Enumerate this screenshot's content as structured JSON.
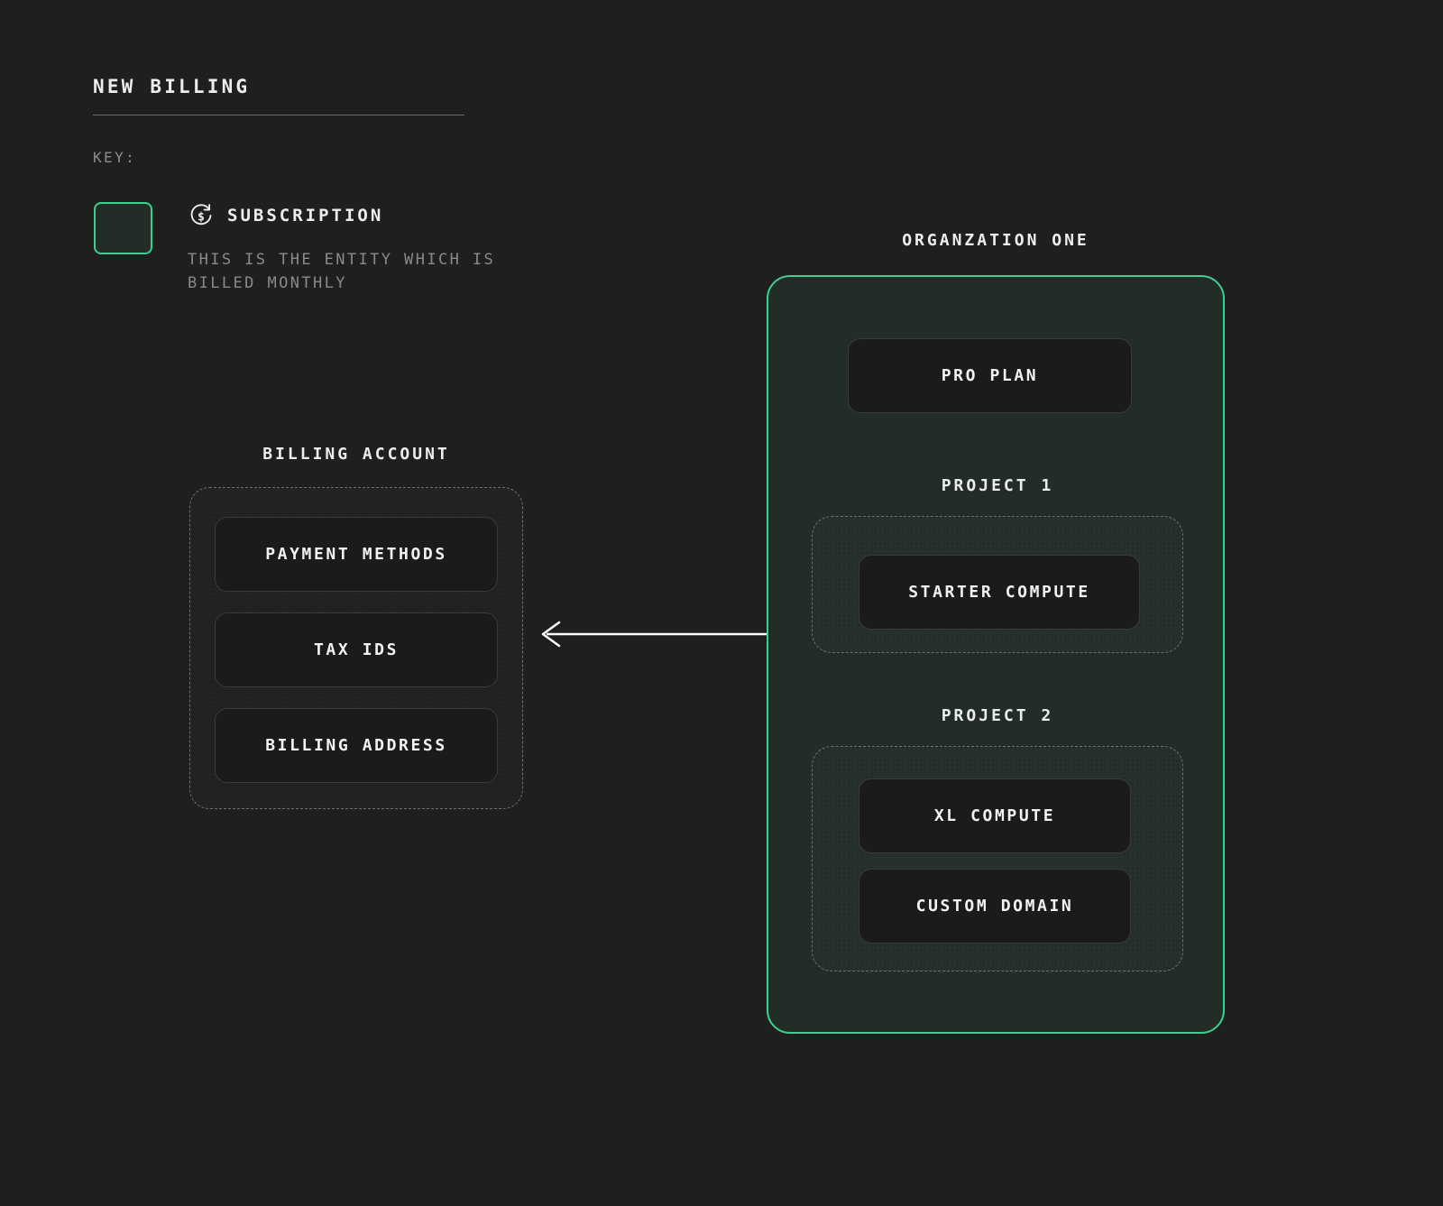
{
  "page": {
    "title": "NEW BILLING",
    "background_color": "#1f1f1f",
    "accent_color": "#3ECF8E"
  },
  "key": {
    "label": "KEY:",
    "swatch": {
      "border_color": "#3ECF8E",
      "fill_color": "#232D28"
    },
    "icon_name": "subscription-recurring-dollar-icon",
    "entity_title": "SUBSCRIPTION",
    "entity_description": "THIS IS THE ENTITY WHICH IS BILLED MONTHLY"
  },
  "billing_account": {
    "label": "BILLING ACCOUNT",
    "items": [
      {
        "label": "PAYMENT METHODS"
      },
      {
        "label": "TAX IDS"
      },
      {
        "label": "BILLING ADDRESS"
      }
    ]
  },
  "organization": {
    "label": "ORGANZATION ONE",
    "plan": {
      "label": "PRO PLAN"
    },
    "projects": [
      {
        "label": "PROJECT 1",
        "items": [
          {
            "label": "STARTER COMPUTE"
          }
        ]
      },
      {
        "label": "PROJECT 2",
        "items": [
          {
            "label": "XL COMPUTE"
          },
          {
            "label": "CUSTOM DOMAIN"
          }
        ]
      }
    ]
  },
  "connector": {
    "name": "organization-to-billing-account-arrow",
    "direction": "left",
    "color": "#FFFFFF"
  }
}
